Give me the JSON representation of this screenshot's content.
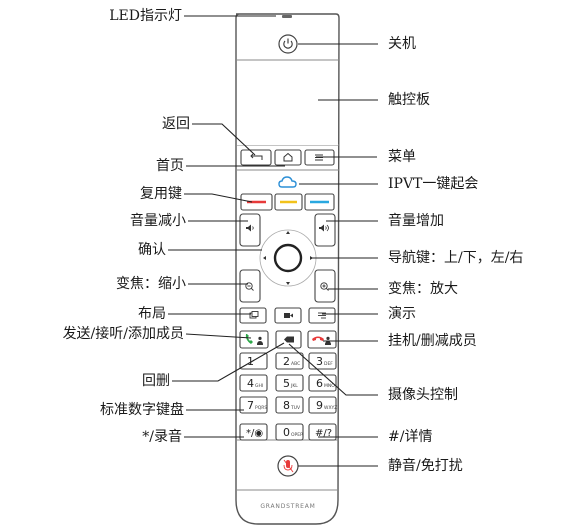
{
  "labels": {
    "led": "LED指示灯",
    "power_off": "关机",
    "touchpad": "触控板",
    "back": "返回",
    "home": "首页",
    "menu": "菜单",
    "multiplex_keys": "复用键",
    "ipvt_key": "IPVT一键起会",
    "volume_down": "音量减小",
    "volume_up": "音量增加",
    "ok": "确认",
    "nav_keys": "导航键：上/下，左/右",
    "zoom_out": "变焦：缩小",
    "zoom_in": "变焦：放大",
    "layout": "布局",
    "present": "演示",
    "call_key": "发送/接听/添加成员",
    "hangup_key": "挂机/删减成员",
    "backspace": "回删",
    "camera_control": "摄像头控制",
    "numpad": "标准数字键盘",
    "star_record": "*/录音",
    "hash_detail": "#/详情",
    "mute_key": "静音/免打扰"
  },
  "keypad": {
    "keys": [
      {
        "digit": "1",
        "letters": ""
      },
      {
        "digit": "2",
        "letters": "ABC"
      },
      {
        "digit": "3",
        "letters": "DEF"
      },
      {
        "digit": "4",
        "letters": "GHI"
      },
      {
        "digit": "5",
        "letters": "JKL"
      },
      {
        "digit": "6",
        "letters": "MNO"
      },
      {
        "digit": "7",
        "letters": "PQRS"
      },
      {
        "digit": "8",
        "letters": "TUV"
      },
      {
        "digit": "9",
        "letters": "WXYZ"
      }
    ],
    "star": "*/◉",
    "zero": {
      "digit": "0",
      "letters": "OPER"
    },
    "hash": "#/?"
  },
  "brand": "GRANDSTREAM",
  "colors": {
    "red": "#e83a3a",
    "yellow": "#f2c21b",
    "cyan": "#29a8e0",
    "outline": "#444444",
    "cloud": "#2c8fd6"
  }
}
